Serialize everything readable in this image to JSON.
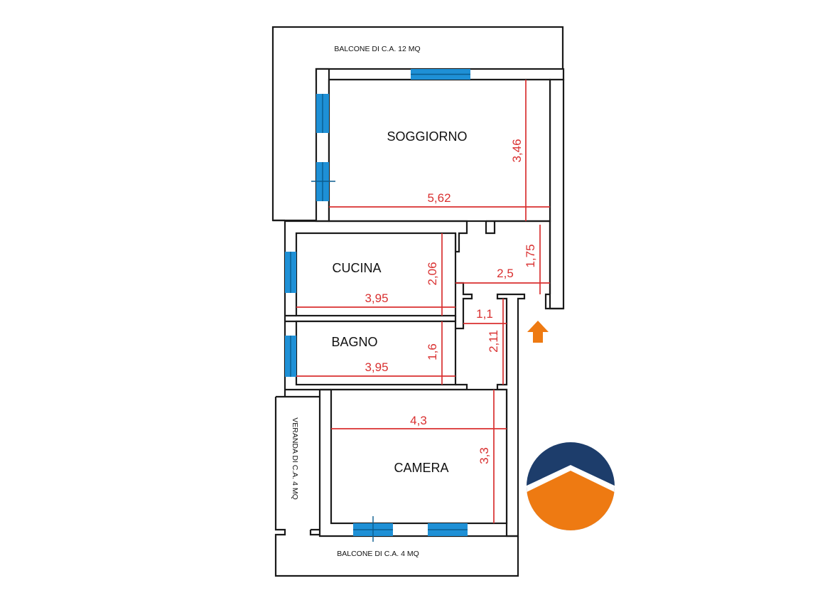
{
  "rooms": {
    "soggiorno": "SOGGIORNO",
    "cucina": "CUCINA",
    "bagno": "BAGNO",
    "camera": "CAMERA"
  },
  "balconies": {
    "top": "BALCONE DI C.A. 12 MQ",
    "bottom": "BALCONE DI C.A. 4 MQ",
    "veranda": "VERANDA DI C.A. 4 MQ"
  },
  "dimensions": {
    "soggiorno_width": "5,62",
    "soggiorno_height": "3,46",
    "corridor_width": "2,5",
    "corridor_height": "1,75",
    "cucina_width": "3,95",
    "cucina_height": "2,06",
    "passage_width": "1,1",
    "passage_height": "2,11",
    "bagno_width": "3,95",
    "bagno_height": "1,6",
    "camera_width": "4,3",
    "camera_height": "3,3"
  },
  "colors": {
    "dimension_lines": "#d93030",
    "windows": "#1e90d6",
    "entrance_arrow": "#ee7a12",
    "logo_top": "#1d3d6b",
    "logo_bottom": "#ee7a12"
  },
  "icons": {
    "entrance": "entrance-arrow-icon",
    "logo": "agency-logo"
  }
}
